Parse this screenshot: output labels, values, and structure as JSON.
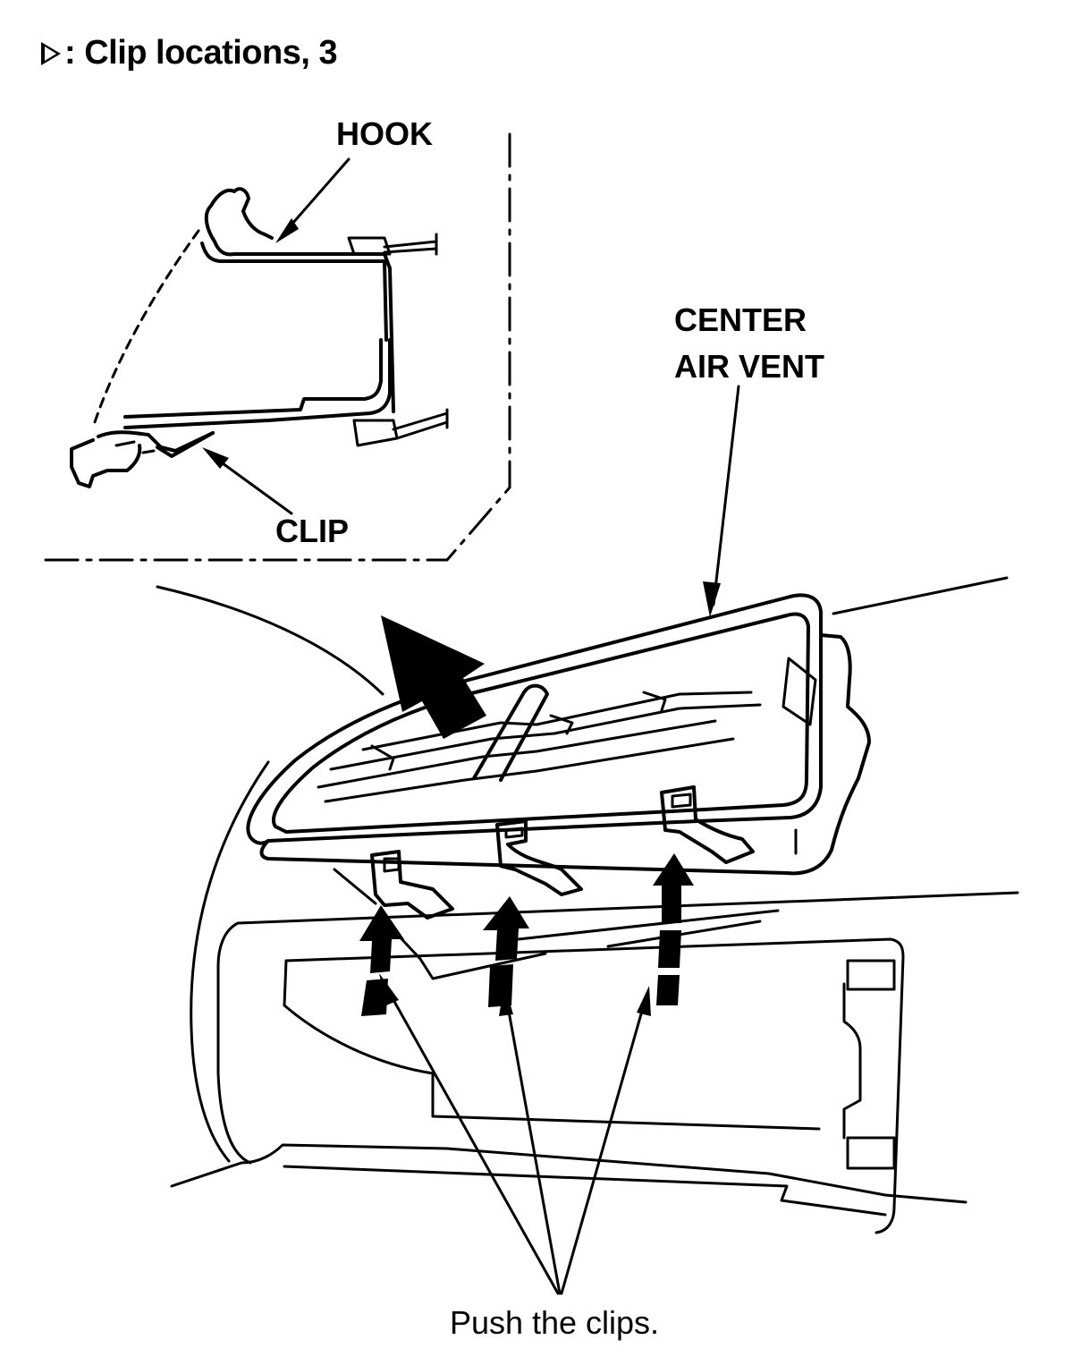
{
  "header": {
    "marker_icon": "open-triangle-marker-icon",
    "title": ": Clip locations, 3"
  },
  "detail": {
    "hook_label": "HOOK",
    "clip_label": "CLIP"
  },
  "main": {
    "vent_label_line1": "CENTER",
    "vent_label_line2": "AIR VENT",
    "caption": "Push the clips."
  },
  "colors": {
    "ink": "#000000",
    "paper": "#ffffff"
  }
}
